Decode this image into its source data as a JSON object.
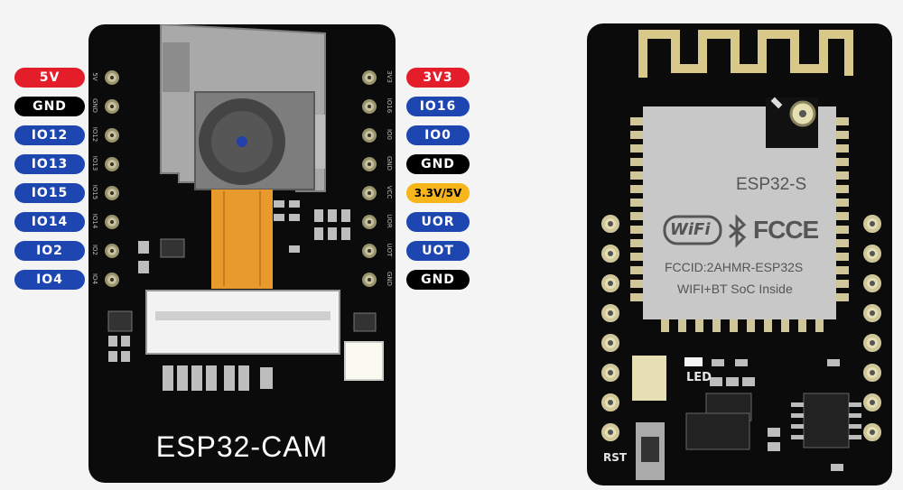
{
  "left_pins": [
    {
      "label": "5V",
      "color": "red",
      "silk": "5V"
    },
    {
      "label": "GND",
      "color": "black",
      "silk": "GND"
    },
    {
      "label": "IO12",
      "color": "blue",
      "silk": "IO12"
    },
    {
      "label": "IO13",
      "color": "blue",
      "silk": "IO13"
    },
    {
      "label": "IO15",
      "color": "blue",
      "silk": "IO15"
    },
    {
      "label": "IO14",
      "color": "blue",
      "silk": "IO14"
    },
    {
      "label": "IO2",
      "color": "blue",
      "silk": "IO2"
    },
    {
      "label": "IO4",
      "color": "blue",
      "silk": "IO4"
    }
  ],
  "right_pins": [
    {
      "label": "3V3",
      "color": "red",
      "silk": "3V3"
    },
    {
      "label": "IO16",
      "color": "blue",
      "silk": "IO16"
    },
    {
      "label": "IO0",
      "color": "blue",
      "silk": "IO0"
    },
    {
      "label": "GND",
      "color": "black",
      "silk": "GND"
    },
    {
      "label": "3.3V/5V",
      "color": "orange",
      "silk": "VCC"
    },
    {
      "label": "UOR",
      "color": "blue",
      "silk": "UOR"
    },
    {
      "label": "UOT",
      "color": "blue",
      "silk": "UOT"
    },
    {
      "label": "GND",
      "color": "black",
      "silk": "GND"
    }
  ],
  "front_board": {
    "title": "ESP32-CAM"
  },
  "back_board": {
    "module_name": "ESP32-S",
    "wifi_logo": "WiFi",
    "fcc_logo": "FCCE",
    "fccid": "FCCID:2AHMR-ESP32S",
    "description": "WIFI+BT SoC Inside",
    "led_label": "LED",
    "rst_label": "RST"
  },
  "colors": {
    "pcb": "#0b0b0b",
    "red": "#e41d2b",
    "blue": "#1d46b0",
    "black": "#000000",
    "orange": "#f6b518",
    "gold": "#e6dfb3",
    "shield": "#c8c8c8"
  }
}
